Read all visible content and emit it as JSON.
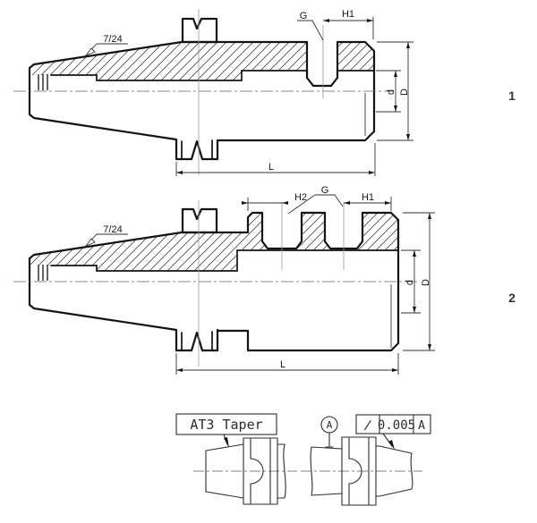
{
  "drawing": {
    "taper_ratio": "7/24",
    "view1": {
      "index": "1",
      "label_g": "G",
      "label_h1": "H1",
      "label_d": "d",
      "label_D": "D",
      "label_L": "L"
    },
    "view2": {
      "index": "2",
      "label_g": "G",
      "label_h1": "H1",
      "label_h2": "H2",
      "label_d": "d",
      "label_D": "D",
      "label_L": "L"
    },
    "detail_left": {
      "note": "AT3 Taper"
    },
    "detail_right": {
      "datum_label": "A",
      "tolerance_symbol": "/",
      "tolerance_value": "0.005",
      "tolerance_datum": "A"
    },
    "colors": {
      "line": "#131313",
      "index_label": "#2c3845"
    }
  }
}
